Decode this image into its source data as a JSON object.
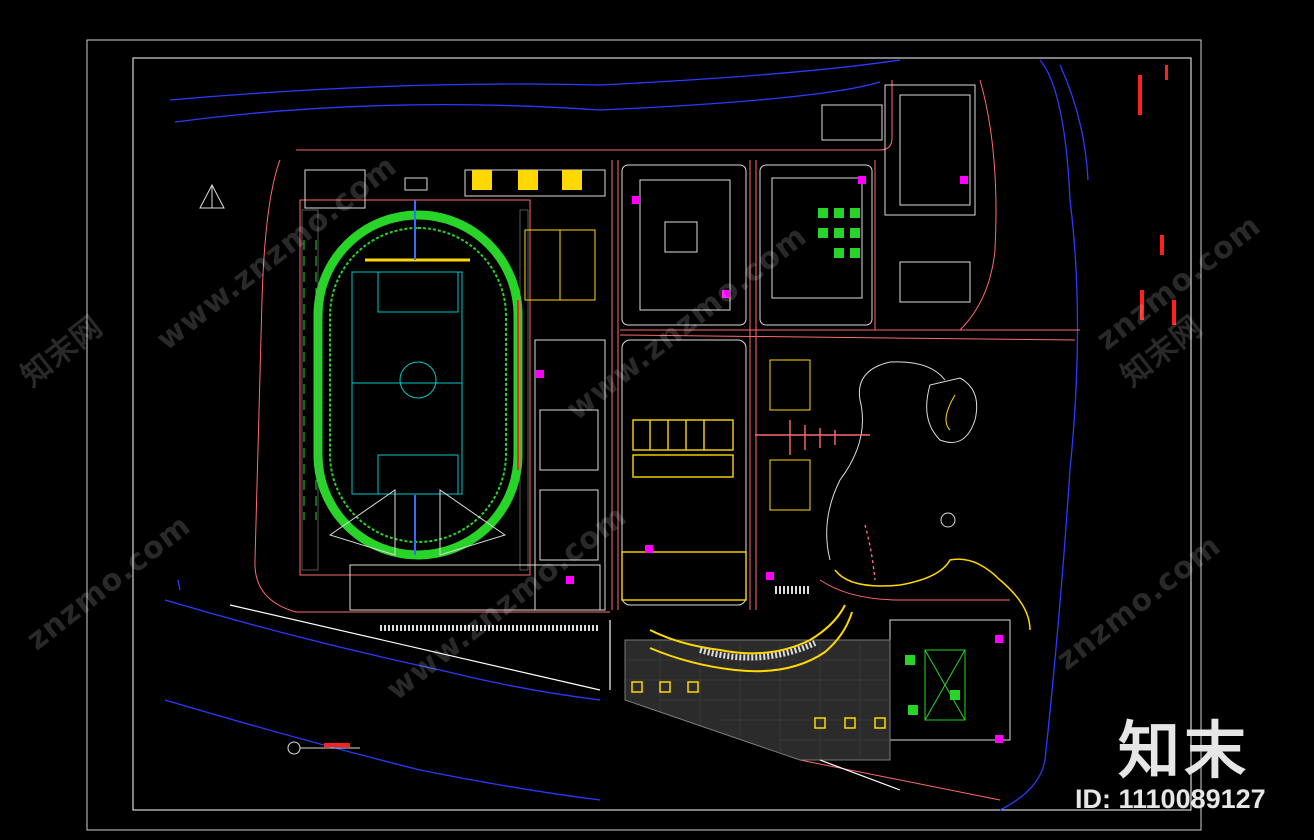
{
  "watermarks": {
    "site_text": "www.znzmo.com",
    "site_text_short": "znzmo.com",
    "brand_cn": "知末网"
  },
  "brand": {
    "logo_text": "知末",
    "id_label": "ID: 1110089127"
  },
  "colors": {
    "background": "#000000",
    "frame": "#ffffff",
    "road": "#ff6a6a",
    "water": "#2a3bff",
    "building": "#dcdcdc",
    "track": "#28d428",
    "field": "#00c8c8",
    "highlight": "#ffd800",
    "annotation": "#ff2020"
  }
}
